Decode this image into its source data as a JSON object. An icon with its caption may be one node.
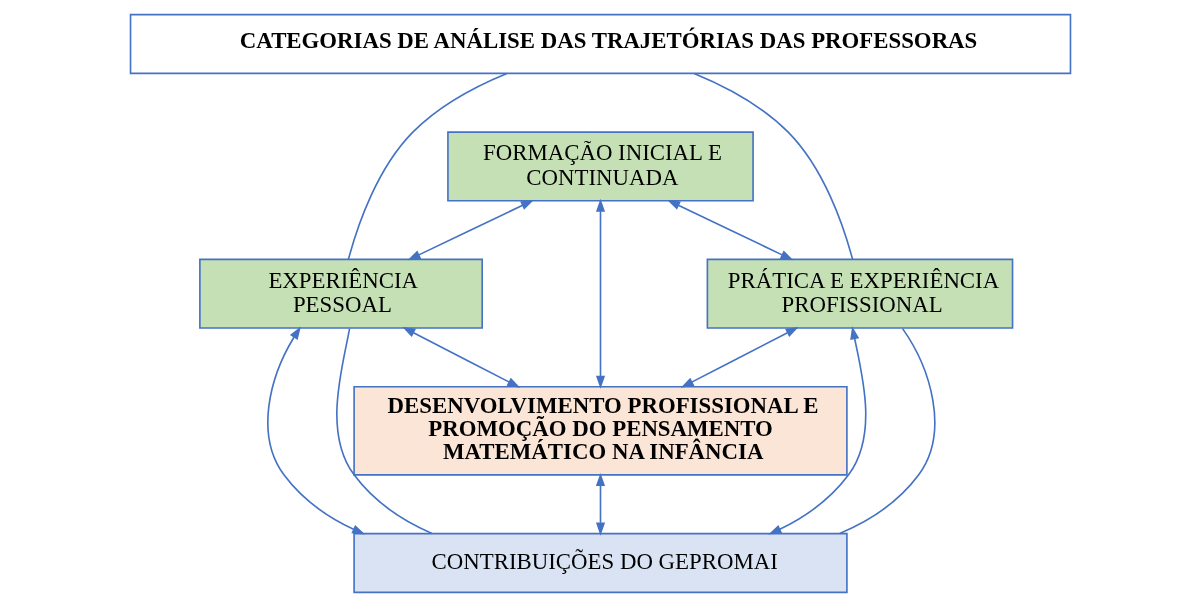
{
  "diagram": {
    "nodes": [
      {
        "text": [
          "CATEGORIAS DE ANÁLISE DAS TRAJETÓRIAS DAS PROFESSORAS"
        ]
      },
      {
        "text": [
          "EXPERIÊNCIA PESSOAL"
        ]
      },
      {
        "text": [
          "FORMAÇÃO INICIAL E CONTINUADA"
        ]
      },
      {
        "text": [
          "PRÁTICA E EXPERIÊNCIA PROFISSIONAL"
        ]
      },
      {
        "text": [
          "DESENVOLVIMENTO PROFISSIONAL E PROMOÇÃO DO PENSAMENTO MATEMÁTICO NA INFÂNCIA"
        ]
      },
      {
        "text": [
          "CONTRIBUIÇÕES DO GEPROMAI"
        ]
      }
    ],
    "edges": [
      {
        "from": 0,
        "to": 1,
        "arrow": "none"
      },
      {
        "from": 0,
        "to": 3,
        "arrow": "none"
      },
      {
        "from": 2,
        "to": 1,
        "arrow": "both"
      },
      {
        "from": 2,
        "to": 3,
        "arrow": "both"
      },
      {
        "from": 2,
        "to": 4,
        "arrow": "both"
      },
      {
        "from": 1,
        "to": 4,
        "arrow": "both"
      },
      {
        "from": 3,
        "to": 4,
        "arrow": "both"
      },
      {
        "from": 1,
        "to": 5,
        "arrow": "both"
      },
      {
        "from": 3,
        "to": 5,
        "arrow": "both"
      },
      {
        "from": 4,
        "to": 5,
        "arrow": "both"
      },
      {
        "from": 1,
        "to": 5,
        "arrow": "none"
      },
      {
        "from": 3,
        "to": 5,
        "arrow": "none"
      }
    ]
  }
}
